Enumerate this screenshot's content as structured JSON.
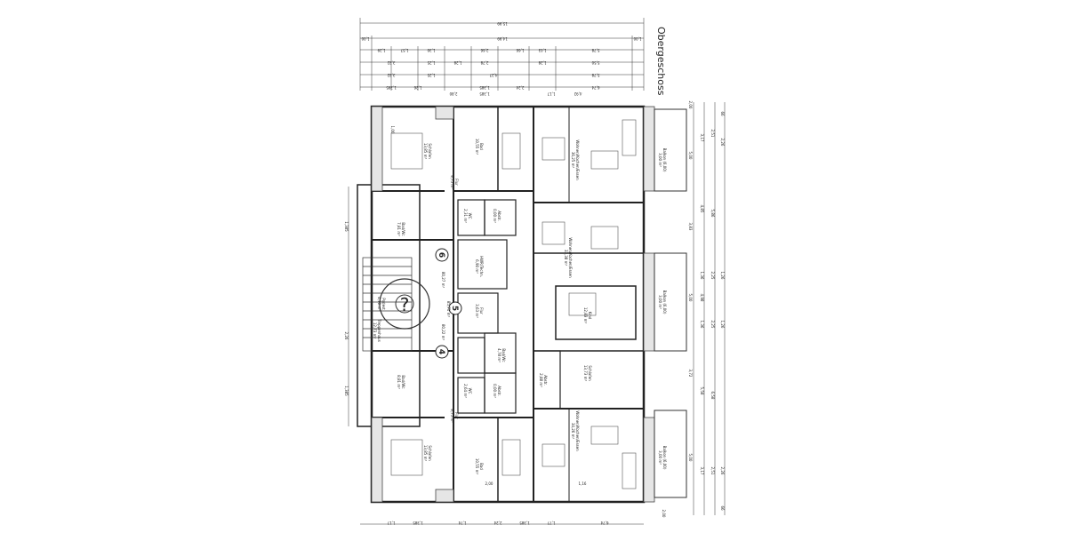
{
  "title": "Obergeschoss",
  "dimensions_top": {
    "row1": [
      "15,99"
    ],
    "row2": [
      "1,00",
      "14,99",
      "1,00"
    ],
    "row3": [
      "1,29",
      "1,57",
      "1,30",
      "2,66",
      "1,66",
      "1,03",
      "5,78"
    ],
    "row4": [
      "3,32",
      "1,25",
      "1,28",
      "2,78",
      "1,28",
      "5,50"
    ],
    "row5": [
      "3,32",
      "1,25",
      "4,27",
      "5,78"
    ],
    "row6": [
      "1,395",
      "1,26",
      "1,385",
      "2,24",
      "6,74"
    ],
    "row7": [
      "2,80",
      "1,385",
      "1,17",
      "4,92"
    ]
  },
  "dimensions_bottom": [
    "1,17",
    "1,385",
    "1,74",
    "2,24",
    "1,385",
    "1,77",
    "6,74"
  ],
  "dimensions_left": [
    "1,385",
    "2,26",
    "1,385"
  ],
  "dimensions_right": {
    "col1": [
      "2,00",
      "5,00",
      "3,83",
      "5,00",
      "3,72",
      "5,00",
      "2,00"
    ],
    "col2": [
      "3,17",
      "4,85",
      "1,36",
      "4,98",
      "1,36",
      "5,58",
      "3,17"
    ],
    "col3": [
      "2,51",
      "5,86",
      "2,25",
      "2,25",
      "6,58",
      "2,51"
    ],
    "col4": [
      "66",
      "2,26",
      "1,26",
      "1,26",
      "2,26",
      "66"
    ]
  },
  "rooms": [
    {
      "id": "schlafen-top",
      "name": "Schlafen",
      "area": "13,85 m²"
    },
    {
      "id": "bad-top",
      "name": "Bad",
      "area": "10,55 m²"
    },
    {
      "id": "wohnen-top",
      "name": "Wohnen/Kochen/Essen",
      "area": "36,25 m²"
    },
    {
      "id": "balkon-top",
      "name": "Balkon (6,00)",
      "area": "3,00 m²"
    },
    {
      "id": "flur-top",
      "name": "Flur",
      "area": "9,75 m²"
    },
    {
      "id": "bad-wc-top",
      "name": "Bad/Wc",
      "area": "7,81 m²"
    },
    {
      "id": "wc-top",
      "name": "WC",
      "area": "2,31 m²"
    },
    {
      "id": "abstr-top",
      "name": "Abstr.",
      "area": "0,00 m²"
    },
    {
      "id": "hwr",
      "name": "HWR/Techn.",
      "area": "6,90 m²"
    },
    {
      "id": "wohnen-mid",
      "name": "Wohnen/Kochen/Essen",
      "area": "33,38 m²"
    },
    {
      "id": "balkon-mid",
      "name": "Balkon (6,00)",
      "area": "3,00 m²"
    },
    {
      "id": "treppe",
      "name": "Treppenhaus",
      "area": "12,73 m²"
    },
    {
      "id": "flur-mid",
      "name": "Flur",
      "area": "3,63 m²"
    },
    {
      "id": "kind",
      "name": "Kind",
      "area": "12,83 m²"
    },
    {
      "id": "bad-wc-mid",
      "name": "Bad/Wc",
      "area": "4,78 m²"
    },
    {
      "id": "abstr-mid",
      "name": "Abstr.",
      "area": "2,88 m²"
    },
    {
      "id": "schlafen-mid",
      "name": "Schlafen",
      "area": "13,73 m²"
    },
    {
      "id": "bad-wc-low",
      "name": "Bad/Wc",
      "area": "8,81 m²"
    },
    {
      "id": "wc-low",
      "name": "WC",
      "area": "2,64 m²"
    },
    {
      "id": "abstr-low",
      "name": "Abstr.",
      "area": "0,00 m²"
    },
    {
      "id": "flur-low",
      "name": "Flur",
      "area": "9,75 m²"
    },
    {
      "id": "wohnen-low",
      "name": "Wohnen/Kochen/Essen",
      "area": "34,26 m²"
    },
    {
      "id": "balkon-low",
      "name": "Balkon (6,00)",
      "area": "3,00 m²"
    },
    {
      "id": "schlafen-low",
      "name": "Schlafen",
      "area": "13,85 m²"
    },
    {
      "id": "bad-low",
      "name": "Bad",
      "area": "10,55 m²"
    }
  ],
  "units": [
    {
      "number": "6",
      "area": "80,27 m²"
    },
    {
      "number": "5",
      "area": "85,71 m²"
    },
    {
      "number": "4",
      "area": "80,22 m²"
    }
  ],
  "landing": {
    "name": "Podest",
    "area": "4,70 m²",
    "number": "?"
  },
  "wall_labels": [
    "1,00",
    "2,00",
    "1,16"
  ]
}
